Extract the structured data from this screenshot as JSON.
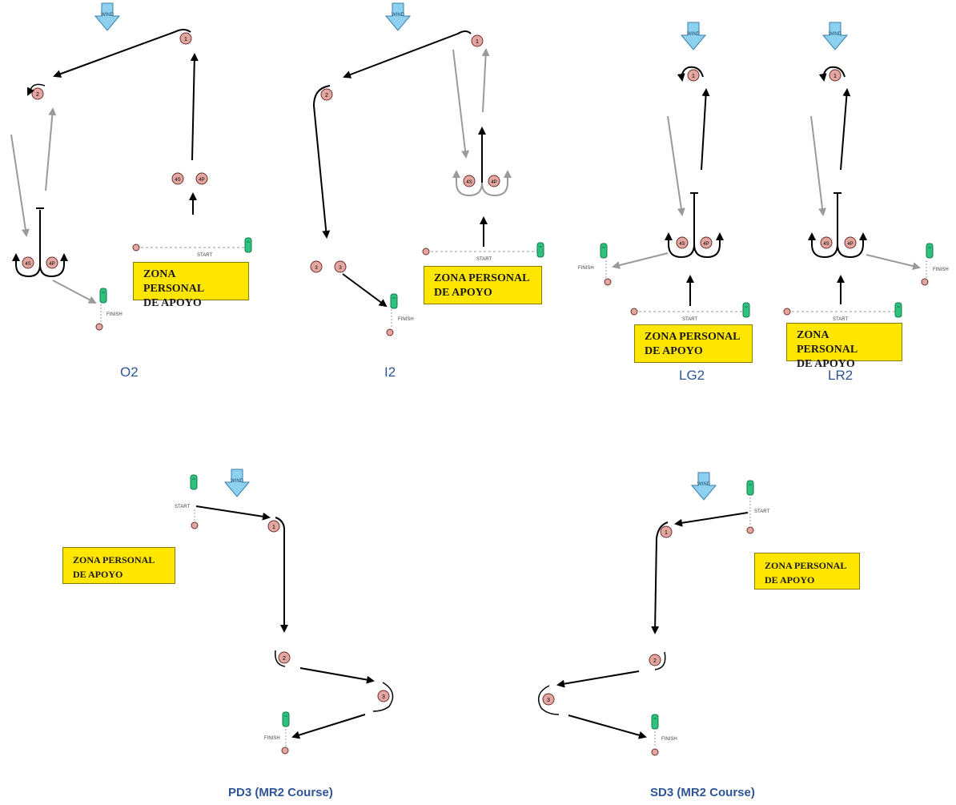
{
  "zone_label_line1": "ZONA PERSONAL",
  "zone_label_line2": "DE APOYO",
  "wind_label": "WIND",
  "start_label": "START",
  "finish_label": "FINISH",
  "course_names": {
    "o2": "O2",
    "i2": "I2",
    "lg2": "LG2",
    "lr2": "LR2",
    "pd3": "PD3 (MR2 Course)",
    "sd3": "SD3 (MR2 Course)"
  },
  "mark_labels": {
    "m1": "1",
    "m2": "2",
    "m3": "3",
    "m4s": "4S",
    "m4p": "4P"
  },
  "colors": {
    "zone_fill": "#ffe600",
    "wind_arrow": "#8ed0f0",
    "mark_fill": "#e3a6a0",
    "flag_green": "#2ec27e",
    "caption_blue": "#2f5597",
    "leg_black": "#000000",
    "leg_gray": "#9a9a9a"
  }
}
